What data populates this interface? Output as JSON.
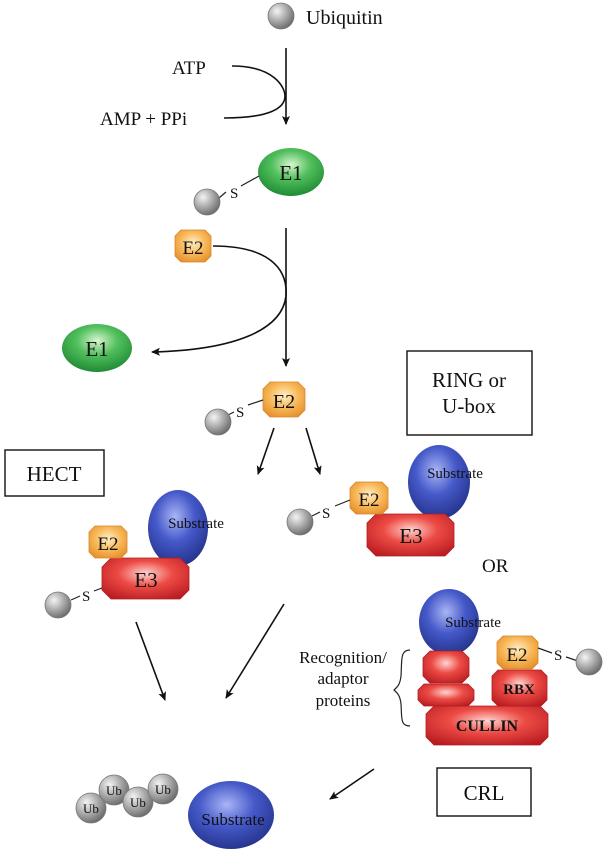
{
  "labels": {
    "ubiquitin": "Ubiquitin",
    "atp": "ATP",
    "amp_ppi": "AMP + PPi",
    "e1": "E1",
    "e2": "E2",
    "e3": "E3",
    "s": "S",
    "substrate": "Substrate",
    "hect": "HECT",
    "ring_line1": "RING or",
    "ring_line2": "U-box",
    "or": "OR",
    "recog_line1": "Recognition/",
    "recog_line2": "adaptor",
    "recog_line3": "proteins",
    "rbx": "RBX",
    "cullin": "CULLIN",
    "crl": "CRL",
    "ub": "Ub"
  },
  "colors": {
    "e1_green": "#3aa64a",
    "e2_orange": "#f4a340",
    "e3_red": "#d9262b",
    "substrate_blue": "#3a4fb4",
    "ubiquitin_grey": "#a8a8a8"
  }
}
